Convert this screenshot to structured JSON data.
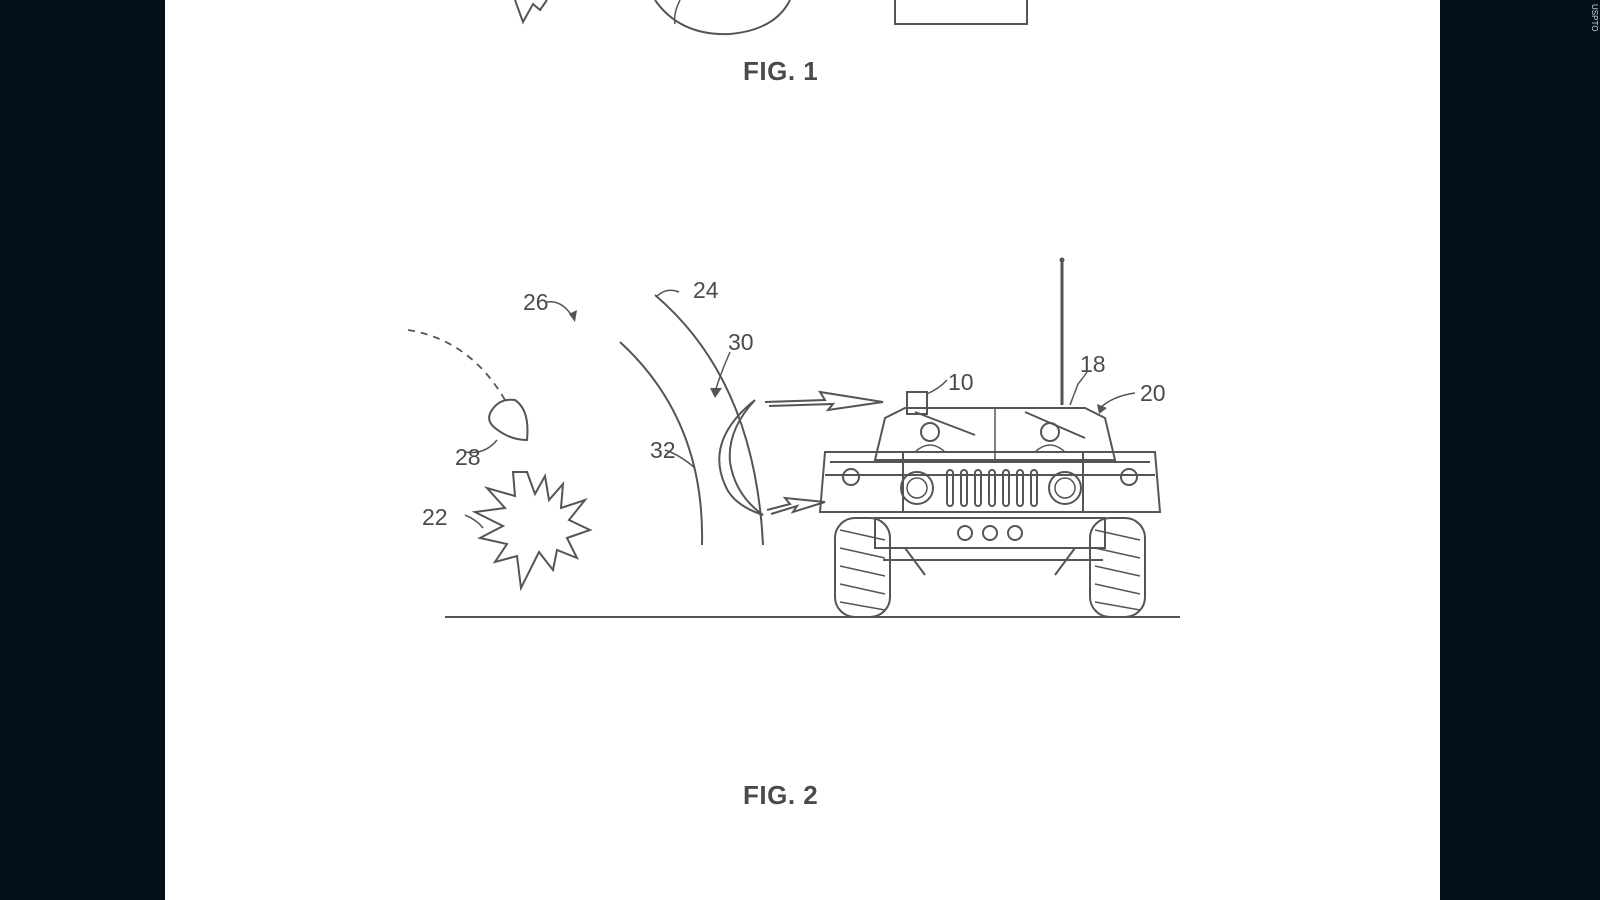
{
  "figures": {
    "fig1_label": "FIG. 1",
    "fig2_label": "FIG. 2"
  },
  "reference_numerals": {
    "r10": "10",
    "r18": "18",
    "r20": "20",
    "r22": "22",
    "r24": "24",
    "r26": "26",
    "r28": "28",
    "r30": "30",
    "r32": "32"
  },
  "watermark": "USPTO",
  "colors": {
    "background": "#03111c",
    "sheet": "#ffffff",
    "ink": "#555555"
  }
}
